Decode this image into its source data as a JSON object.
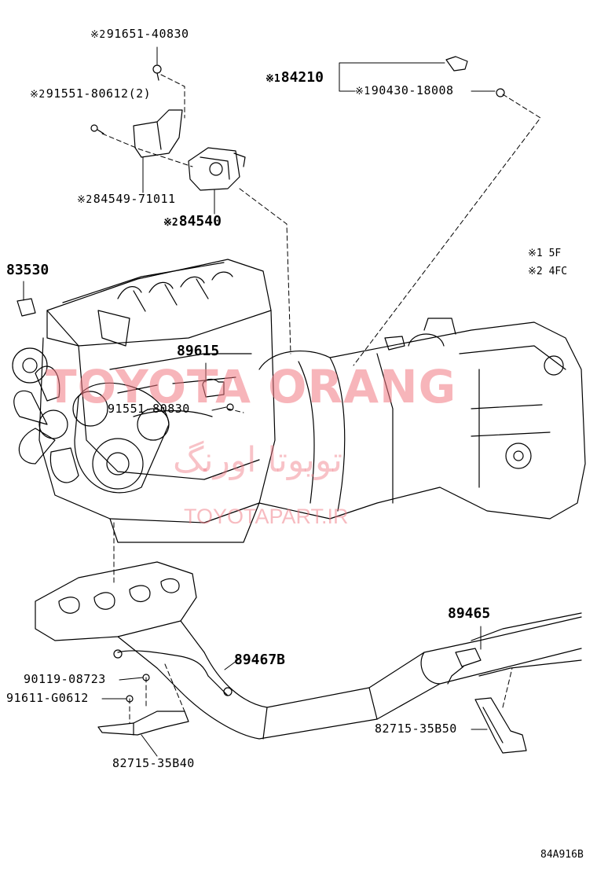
{
  "labels": {
    "p91651": {
      "mark": "※2",
      "number": "91651-40830"
    },
    "p84210": {
      "mark": "※1",
      "number": "84210"
    },
    "p91551_80612": {
      "mark": "※2",
      "number": "91551-80612(2)"
    },
    "p90430": {
      "mark": "※1",
      "number": "90430-18008"
    },
    "p84549": {
      "mark": "※2",
      "number": "84549-71011"
    },
    "p84540": {
      "mark": "※2",
      "number": "84540"
    },
    "p83530": {
      "number": "83530"
    },
    "p89615": {
      "number": "89615"
    },
    "p91551_80830": {
      "number": "91551-80830"
    },
    "p89465": {
      "number": "89465"
    },
    "p89467B": {
      "number": "89467B"
    },
    "p90119": {
      "number": "90119-08723"
    },
    "p91611": {
      "number": "91611-G0612"
    },
    "p82715_35B50": {
      "number": "82715-35B50"
    },
    "p82715_35B40": {
      "number": "82715-35B40"
    }
  },
  "legend": [
    {
      "mark": "※1",
      "text": "5F"
    },
    {
      "mark": "※2",
      "text": "4FC"
    }
  ],
  "watermark": {
    "brand": "TOYOTA ORANG",
    "persian": "تویوتا اورنگ",
    "url": "TOYOTAPART.IR"
  },
  "diagram_code": "84A916B"
}
